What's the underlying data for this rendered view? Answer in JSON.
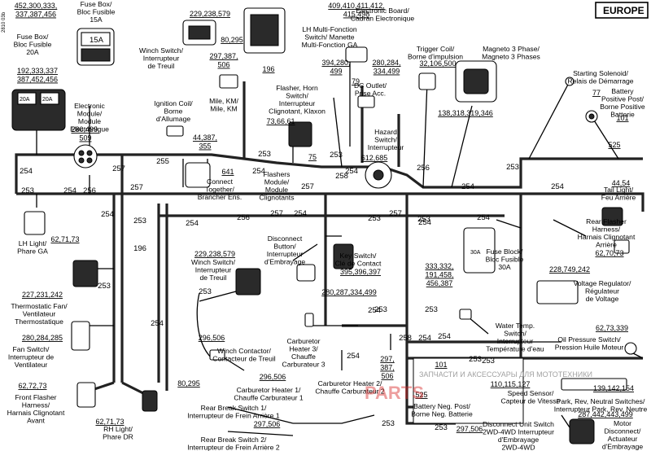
{
  "europe": "EUROPE",
  "doc_number": "2810 03b",
  "labels": {
    "fuse15": [
      "Fuse Box/",
      "Bloc Fusible",
      "15A"
    ],
    "fuse20": [
      "Fuse Box/",
      "Bloc Fusible",
      "20A"
    ],
    "winch1": [
      "Winch Switch/",
      "Interrupteur",
      "de Treuil"
    ],
    "ebm": [
      "Electronic",
      "Module/",
      "Module",
      "Electronique"
    ],
    "milekm": [
      "Mile, KM/",
      "Mile, KM"
    ],
    "ecadran": [
      "Electronic Board/",
      "Cadran Electronique"
    ],
    "lhmulti": [
      "LH Multi-Fonction",
      "Switch/ Manette",
      "Multi-Fonction GA"
    ],
    "flasher": [
      "Flasher, Horn",
      "Switch/",
      "Interrupteur",
      "Clignotant, Klaxon"
    ],
    "dcoutlet": [
      "DC Outlet/",
      "Prise Acc."
    ],
    "trigger": [
      "Trigger Coil/",
      "Borne d'impulsion"
    ],
    "magneto": [
      "Magneto 3 Phase/",
      "Magneto 3 Phases"
    ],
    "solenoid": [
      "Starting Solenoid/",
      "Relais de Démarrage"
    ],
    "battpos": [
      "Battery",
      "Positive Post/",
      "Borne Positive",
      "Batterie"
    ],
    "ignition": [
      "Ignition Coil/",
      "Borne",
      "d'Allumage"
    ],
    "connect": [
      "Connect",
      "Together/",
      "Brancher Ens."
    ],
    "flashers": [
      "Flashers",
      "Module/",
      "Module",
      "Clignotants"
    ],
    "hazard": [
      "Hazard",
      "Switch/",
      "Interrupteur"
    ],
    "taillight": [
      "Tail Light/",
      "Feu Arrière"
    ],
    "lhlight": [
      "LH Light/",
      "Phare GA"
    ],
    "rearflasher": [
      "Rear Flasher",
      "Harness/",
      "Harnais Clignotant",
      "Arrière"
    ],
    "thermo": [
      "Thermostatic Fan/",
      "Ventilateur",
      "Thermostatique"
    ],
    "disconnect": [
      "Disconnect",
      "Button/",
      "Interrupteur",
      "d'Embrayage"
    ],
    "keysw": [
      "Key Switch/",
      "Clé de Contact"
    ],
    "fuse30": [
      "Fuse Block/",
      "Bloc Fusible",
      "30A"
    ],
    "voltreg": [
      "Voltage Regulator/",
      "Régulateur",
      "de Voltage"
    ],
    "winch2": [
      "Winch Switch/",
      "Interrupteur",
      "de Treuil"
    ],
    "fansw": [
      "Fan Switch/",
      "Interrupteur de",
      "Ventilateur"
    ],
    "carb3": [
      "Carburetor",
      "Heater 3/",
      "Chauffe",
      "Carburateur 3"
    ],
    "winchcont": [
      "Winch Contactor/",
      "Contacteur de Treuil"
    ],
    "watertemp": [
      "Water Temp.",
      "Switch/",
      "Interrupteur",
      "Température d'eau"
    ],
    "oilpress": [
      "Oil Pressure Switch/",
      "Pression Huile Moteur"
    ],
    "carb1": [
      "Carburetor Heater 1/",
      "Chauffe Carburateur 1"
    ],
    "carb2": [
      "Carburetor Heater 2/",
      "Chauffe Carburateur 2"
    ],
    "frontflasher": [
      "Front Flasher",
      "Harness/",
      "Harnais Clignotant",
      "Avant"
    ],
    "battneg": [
      "Battery Neg. Post/",
      "Borne Neg. Batterie"
    ],
    "speedsensor": [
      "Speed Sensor/",
      "Capteur de Vitesse"
    ],
    "parkrev": [
      "Park, Rev, Neutral Switches/",
      "Interrupteur Park, Rev, Neutre"
    ],
    "rhlight": [
      "RH Light/",
      "Phare DR"
    ],
    "rearbreak1": [
      "Rear Break Switch 1/",
      "Interrupteur de Frein Arrière 1"
    ],
    "rearbreak2": [
      "Rear Break Switch 2/",
      "Interrupteur de Frein Arrière 2"
    ],
    "disc2wd": [
      "Disconnect Unit Switch",
      "2WD-4WD Interrupteur",
      "d'Embrayage",
      "2WD-4WD"
    ],
    "motordisc": [
      "Motor",
      "Disconnect/",
      "Actuateur",
      "d'Embrayage"
    ]
  },
  "part_numbers": {
    "p1": [
      "452,300,333,",
      "337,387,456"
    ],
    "p2": [
      "192,333,337",
      "387,452,456"
    ],
    "p3": "229,238,579",
    "p4": [
      "409,410,411,412,",
      "415,498"
    ],
    "p5": "80,295",
    "p6": [
      "297,387,",
      "506"
    ],
    "p7": "196",
    "p8": [
      "280,499,",
      "509"
    ],
    "p9": [
      "394,280,",
      "499"
    ],
    "p10": [
      "280,284,",
      "334,499"
    ],
    "p11": "32,106,500",
    "p12": "138,318,319,346",
    "p13": "77",
    "p14": "101",
    "p15": "525",
    "p16": [
      "44,387,",
      "355"
    ],
    "p17": "73,66,61",
    "p18": "75",
    "p19": "641",
    "p20": "612,685",
    "p21": "44,54",
    "p22": "62,71,73",
    "p23": "62,70,73",
    "p24": "227,231,242",
    "p25": "395,396,397",
    "p26": [
      "333,332,",
      "191,458,",
      "456,387"
    ],
    "p27": "228,749,242",
    "p28": "229,238,579",
    "p29": "280,287,334,499",
    "p30": "280,284,285",
    "p31": "296,506",
    "p32": "80,295",
    "p33": "296,506",
    "p34": [
      "297,",
      "387,",
      "506"
    ],
    "p35": "62,73,339",
    "p36": "62,72,73",
    "p37": "110,115,127",
    "p38": "139,142,154",
    "p39": "287,442,443,499",
    "p40": "62,71,73",
    "p41": "297,506",
    "p42": "297,506",
    "p43": "525",
    "p44": "101",
    "p45": "79"
  },
  "wire_codes": [
    "254",
    "253",
    "254",
    "256",
    "257",
    "254",
    "257",
    "253",
    "255",
    "254",
    "256",
    "257",
    "254",
    "253",
    "257",
    "258",
    "253",
    "254",
    "256",
    "254",
    "253",
    "254",
    "254",
    "253",
    "253",
    "254",
    "254",
    "253",
    "253",
    "196",
    "254",
    "253",
    "258",
    "254",
    "254",
    "253",
    "253",
    "253",
    "254",
    "254",
    "253",
    "253",
    "257"
  ],
  "watermark": {
    "text": "ЗАПЧАСТИ И АКСЕССУАРЫ ДЛЯ МОТОТЕХНИКИ",
    "logo": "PARTS"
  }
}
